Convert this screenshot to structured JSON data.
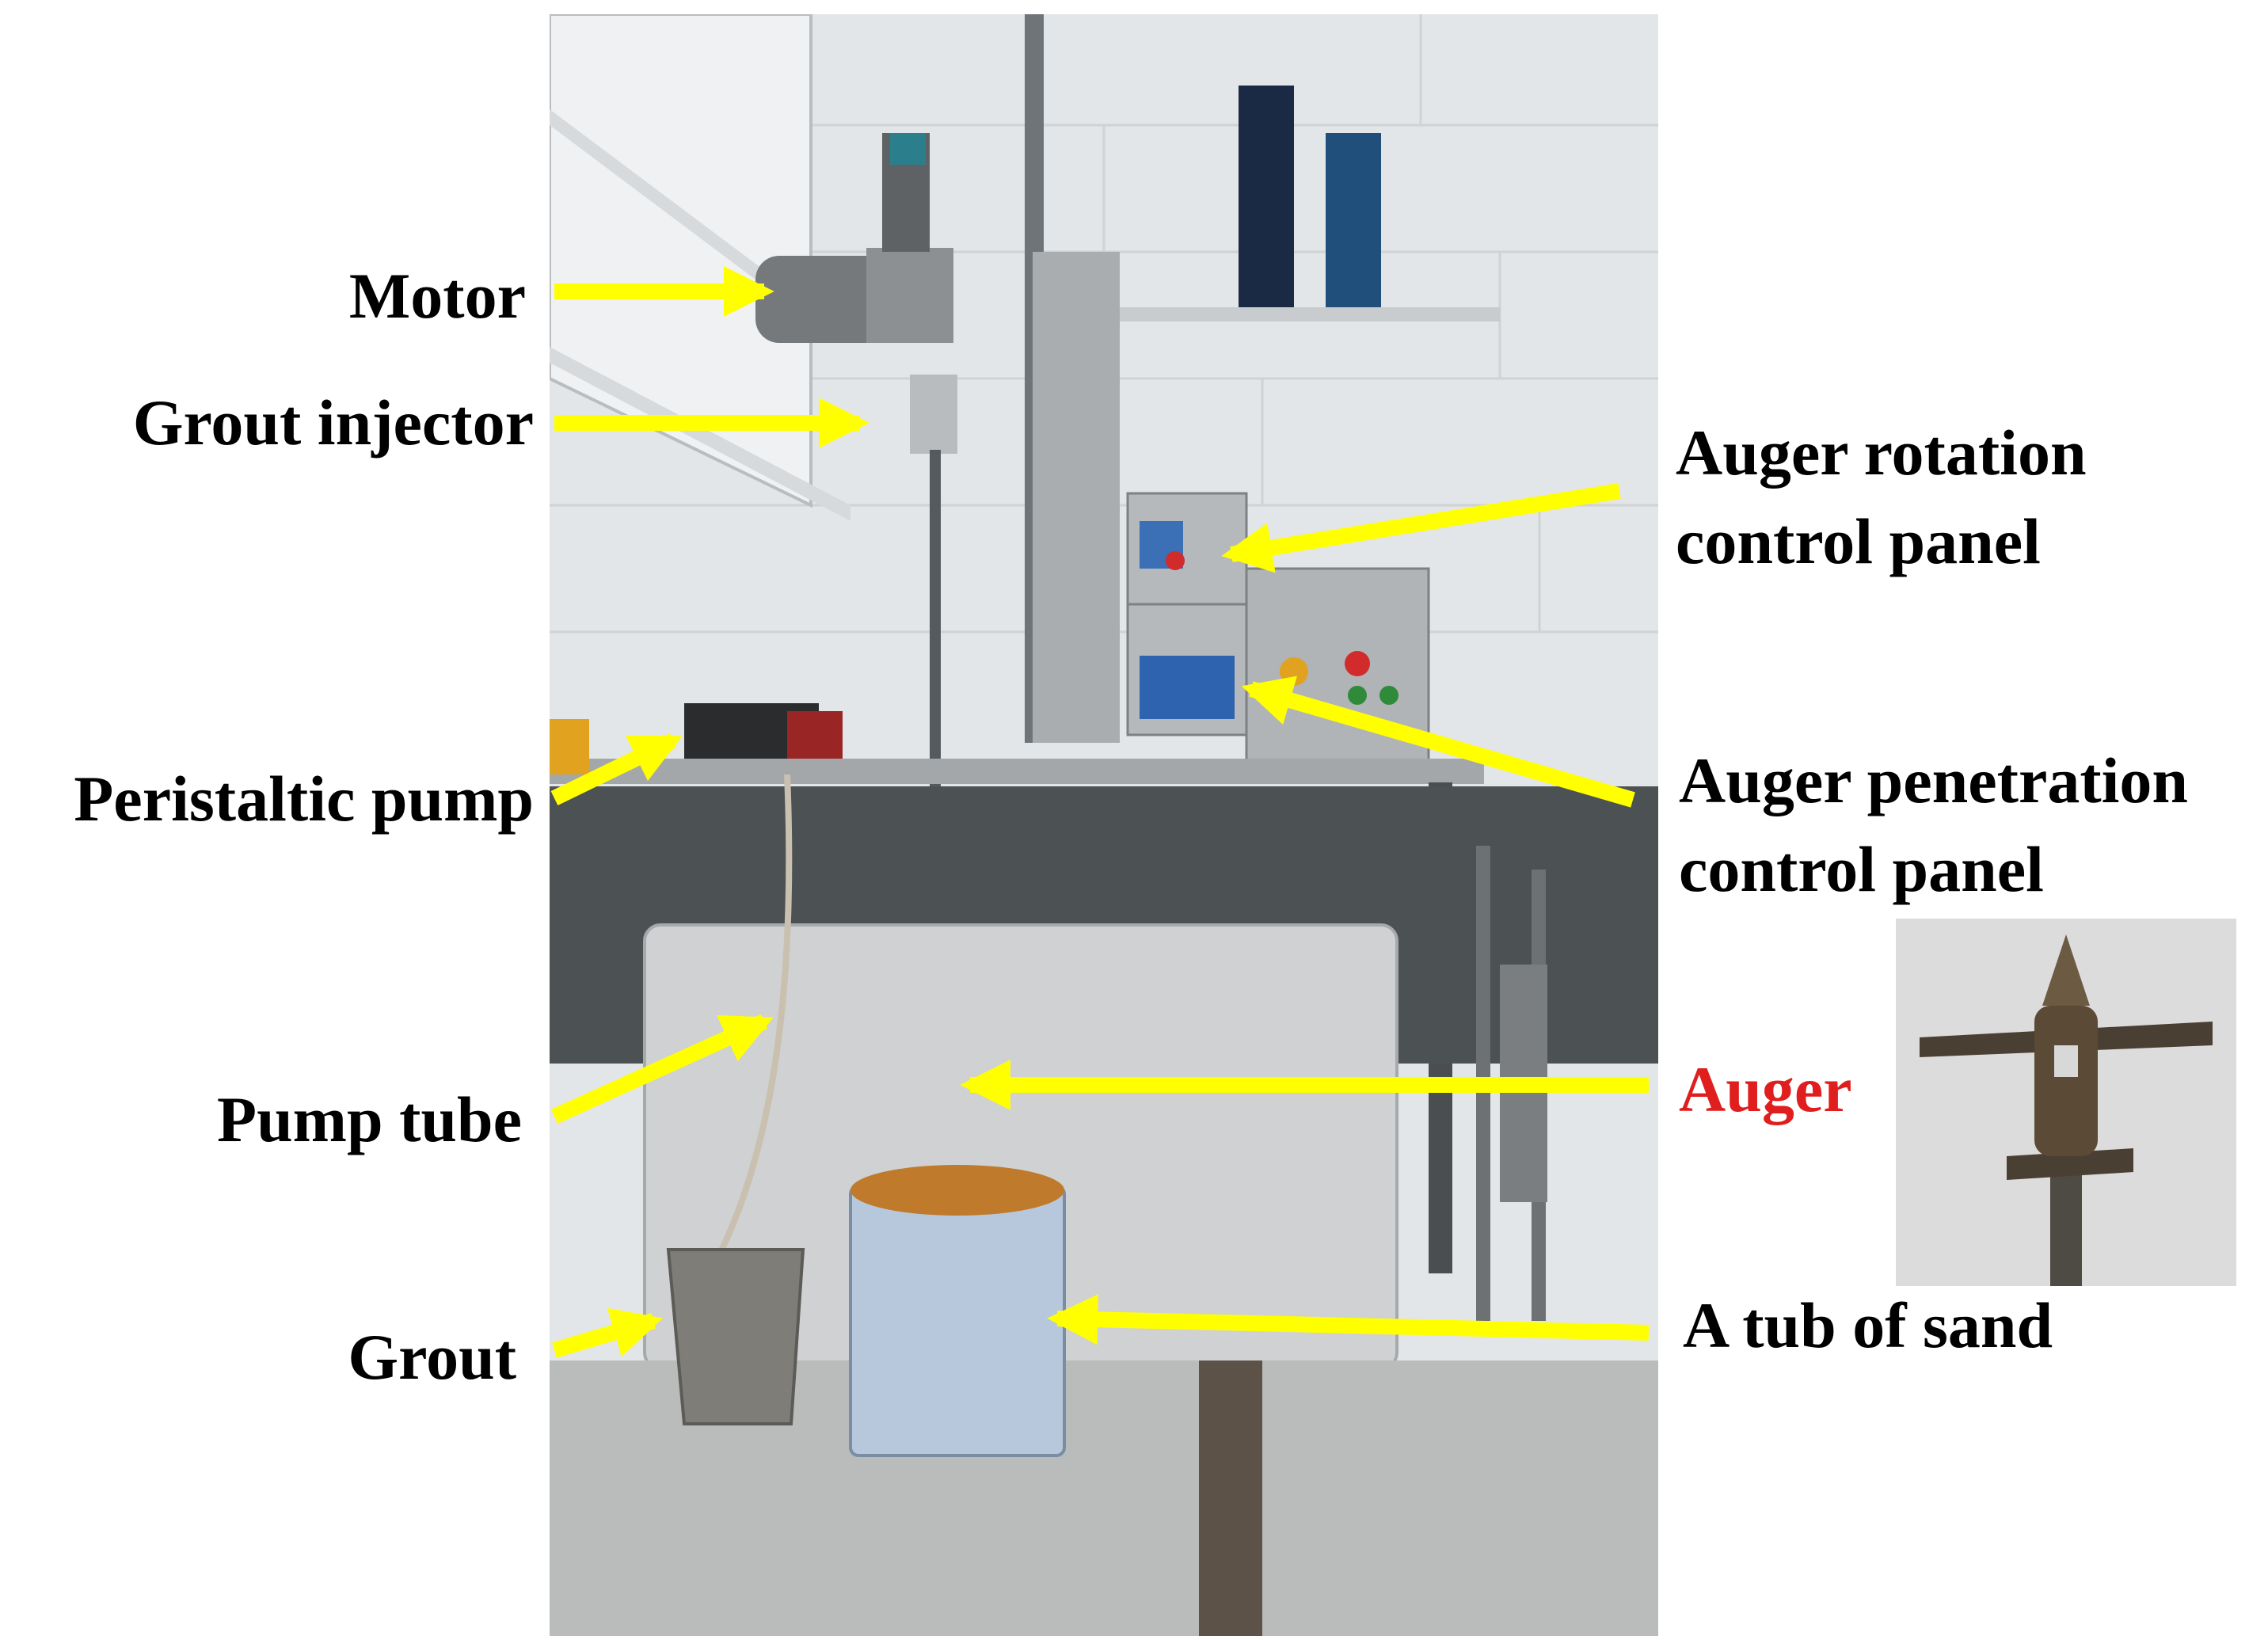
{
  "labels": {
    "motor": "Motor",
    "grout_injector": "Grout injector",
    "peristaltic_pump": "Peristaltic pump",
    "pump_tube": "Pump tube",
    "grout": "Grout",
    "auger_rotation_line1": "Auger rotation",
    "auger_rotation_line2": "control panel",
    "auger_penetration_line1": "Auger penetration",
    "auger_penetration_line2": "control panel",
    "auger": "Auger",
    "tub_of_sand": "A tub of sand"
  },
  "colors": {
    "arrow": "#ffff00",
    "auger_label": "#e01e1e",
    "label_text": "#000000"
  }
}
